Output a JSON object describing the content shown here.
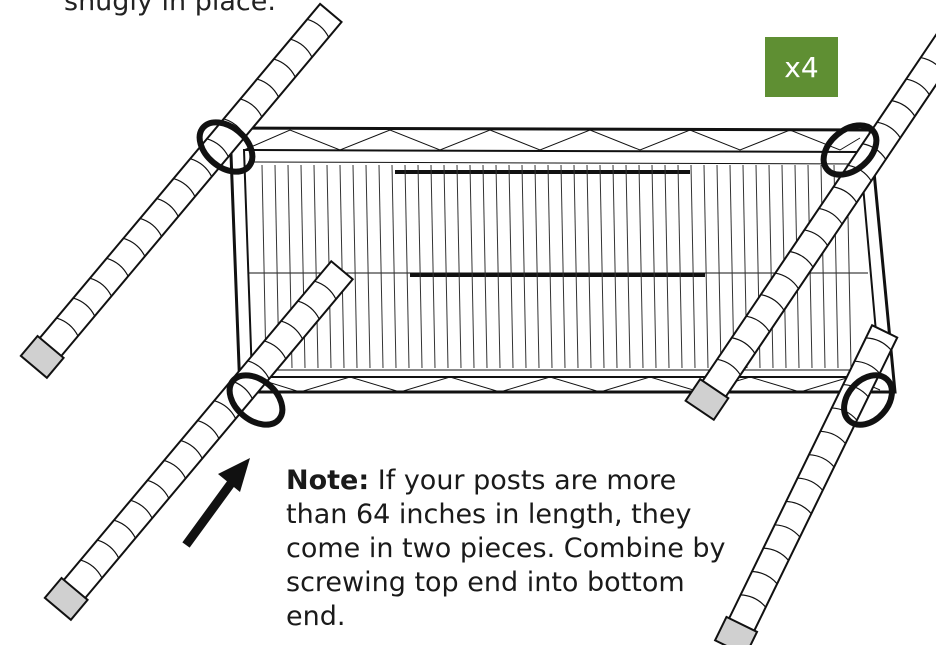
{
  "header": {
    "text": "snugly in place."
  },
  "badge": {
    "label": "x4",
    "color": "#5f8f33"
  },
  "note": {
    "label": "Note:",
    "text": "If your posts are more than 64 inches in length, they come in two pieces. Combine by screwing top end into bottom end."
  },
  "illustration": {
    "posts": [
      "post-top-left",
      "post-top-right",
      "post-bottom-left",
      "post-bottom-right"
    ]
  }
}
